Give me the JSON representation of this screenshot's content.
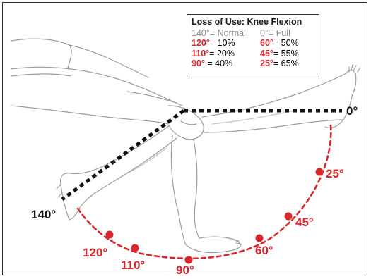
{
  "legend": {
    "title": "Loss of Use: Knee Flexion",
    "rows": [
      {
        "left_deg": "140°",
        "left_val": "= Normal",
        "right_deg": "0°",
        "right_val": "= Full",
        "left_tone": "gray",
        "right_tone": "gray"
      },
      {
        "left_deg": "120°",
        "left_val": "= 10%",
        "right_deg": "60°",
        "right_val": "= 50%",
        "left_tone": "red",
        "right_tone": "red"
      },
      {
        "left_deg": "110°",
        "left_val": "= 20%",
        "right_deg": "45°",
        "right_val": "= 55%",
        "left_tone": "red",
        "right_tone": "red"
      },
      {
        "left_deg": "90°",
        "left_val": " = 40%",
        "right_deg": "25°",
        "right_val": "= 65%",
        "left_tone": "red",
        "right_tone": "red"
      }
    ]
  },
  "angle_labels": {
    "a0": "0°",
    "a25": "25°",
    "a45": "45°",
    "a60": "60°",
    "a90": "90°",
    "a110": "110°",
    "a120": "120°",
    "a140": "140°"
  },
  "colors": {
    "accent_red": "#d9252c",
    "black_line": "#111111",
    "sketch": "#8c8c8c",
    "legend_gray": "#8a8a8a"
  }
}
